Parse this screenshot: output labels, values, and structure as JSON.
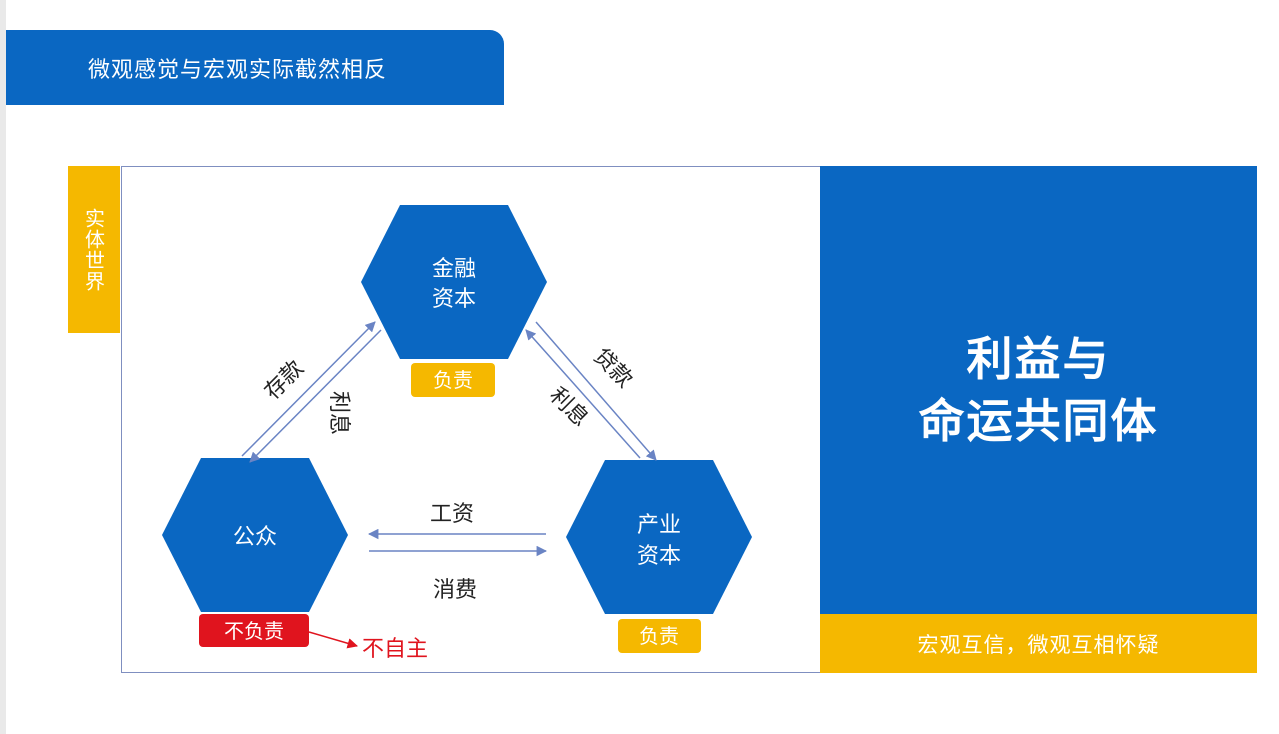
{
  "header": {
    "title": "微观感觉与宏观实际截然相反"
  },
  "side_tab": {
    "label": "实体世界"
  },
  "diagram": {
    "nodes": {
      "finance": {
        "line1": "金融",
        "line2": "资本",
        "badge": "负责"
      },
      "public": {
        "line1": "公众",
        "badge": "不负责"
      },
      "industry": {
        "line1": "产业",
        "line2": "资本",
        "badge": "负责"
      }
    },
    "edges": {
      "deposit": "存款",
      "deposit_interest": "利息",
      "loan": "贷款",
      "loan_interest": "利息",
      "wage": "工资",
      "consumption": "消费"
    },
    "annotation": "不自主"
  },
  "right_panel": {
    "line1": "利益与",
    "line2": "命运共同体",
    "footer": "宏观互信，微观互相怀疑"
  },
  "colors": {
    "blue": "#0a67c2",
    "yellow": "#f5b800",
    "red": "#e0141e",
    "arrow": "#6a84c4"
  }
}
